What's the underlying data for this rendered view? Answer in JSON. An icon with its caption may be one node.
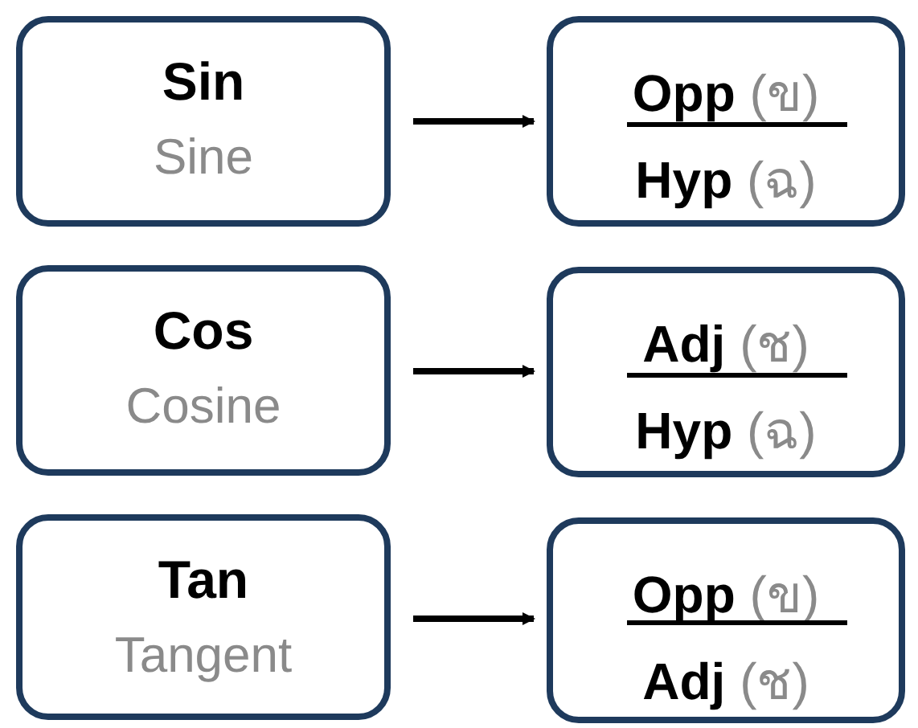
{
  "diagram": {
    "nodes": [
      {
        "text": [
          "Sin",
          "Sine"
        ]
      },
      {
        "text": [
          "Opp (ข)",
          "Hyp (ฉ)"
        ]
      },
      {
        "text": [
          "Cos",
          "Cosine"
        ]
      },
      {
        "text": [
          "Adj (ช)",
          "Hyp (ฉ)"
        ]
      },
      {
        "text": [
          "Tan",
          "Tangent"
        ]
      },
      {
        "text": [
          "Opp (ข)",
          "Adj (ช)"
        ]
      }
    ],
    "edges": [
      {
        "from": 0,
        "to": 1,
        "arrow": "to"
      },
      {
        "from": 2,
        "to": 3,
        "arrow": "to"
      },
      {
        "from": 4,
        "to": 5,
        "arrow": "to"
      }
    ]
  }
}
